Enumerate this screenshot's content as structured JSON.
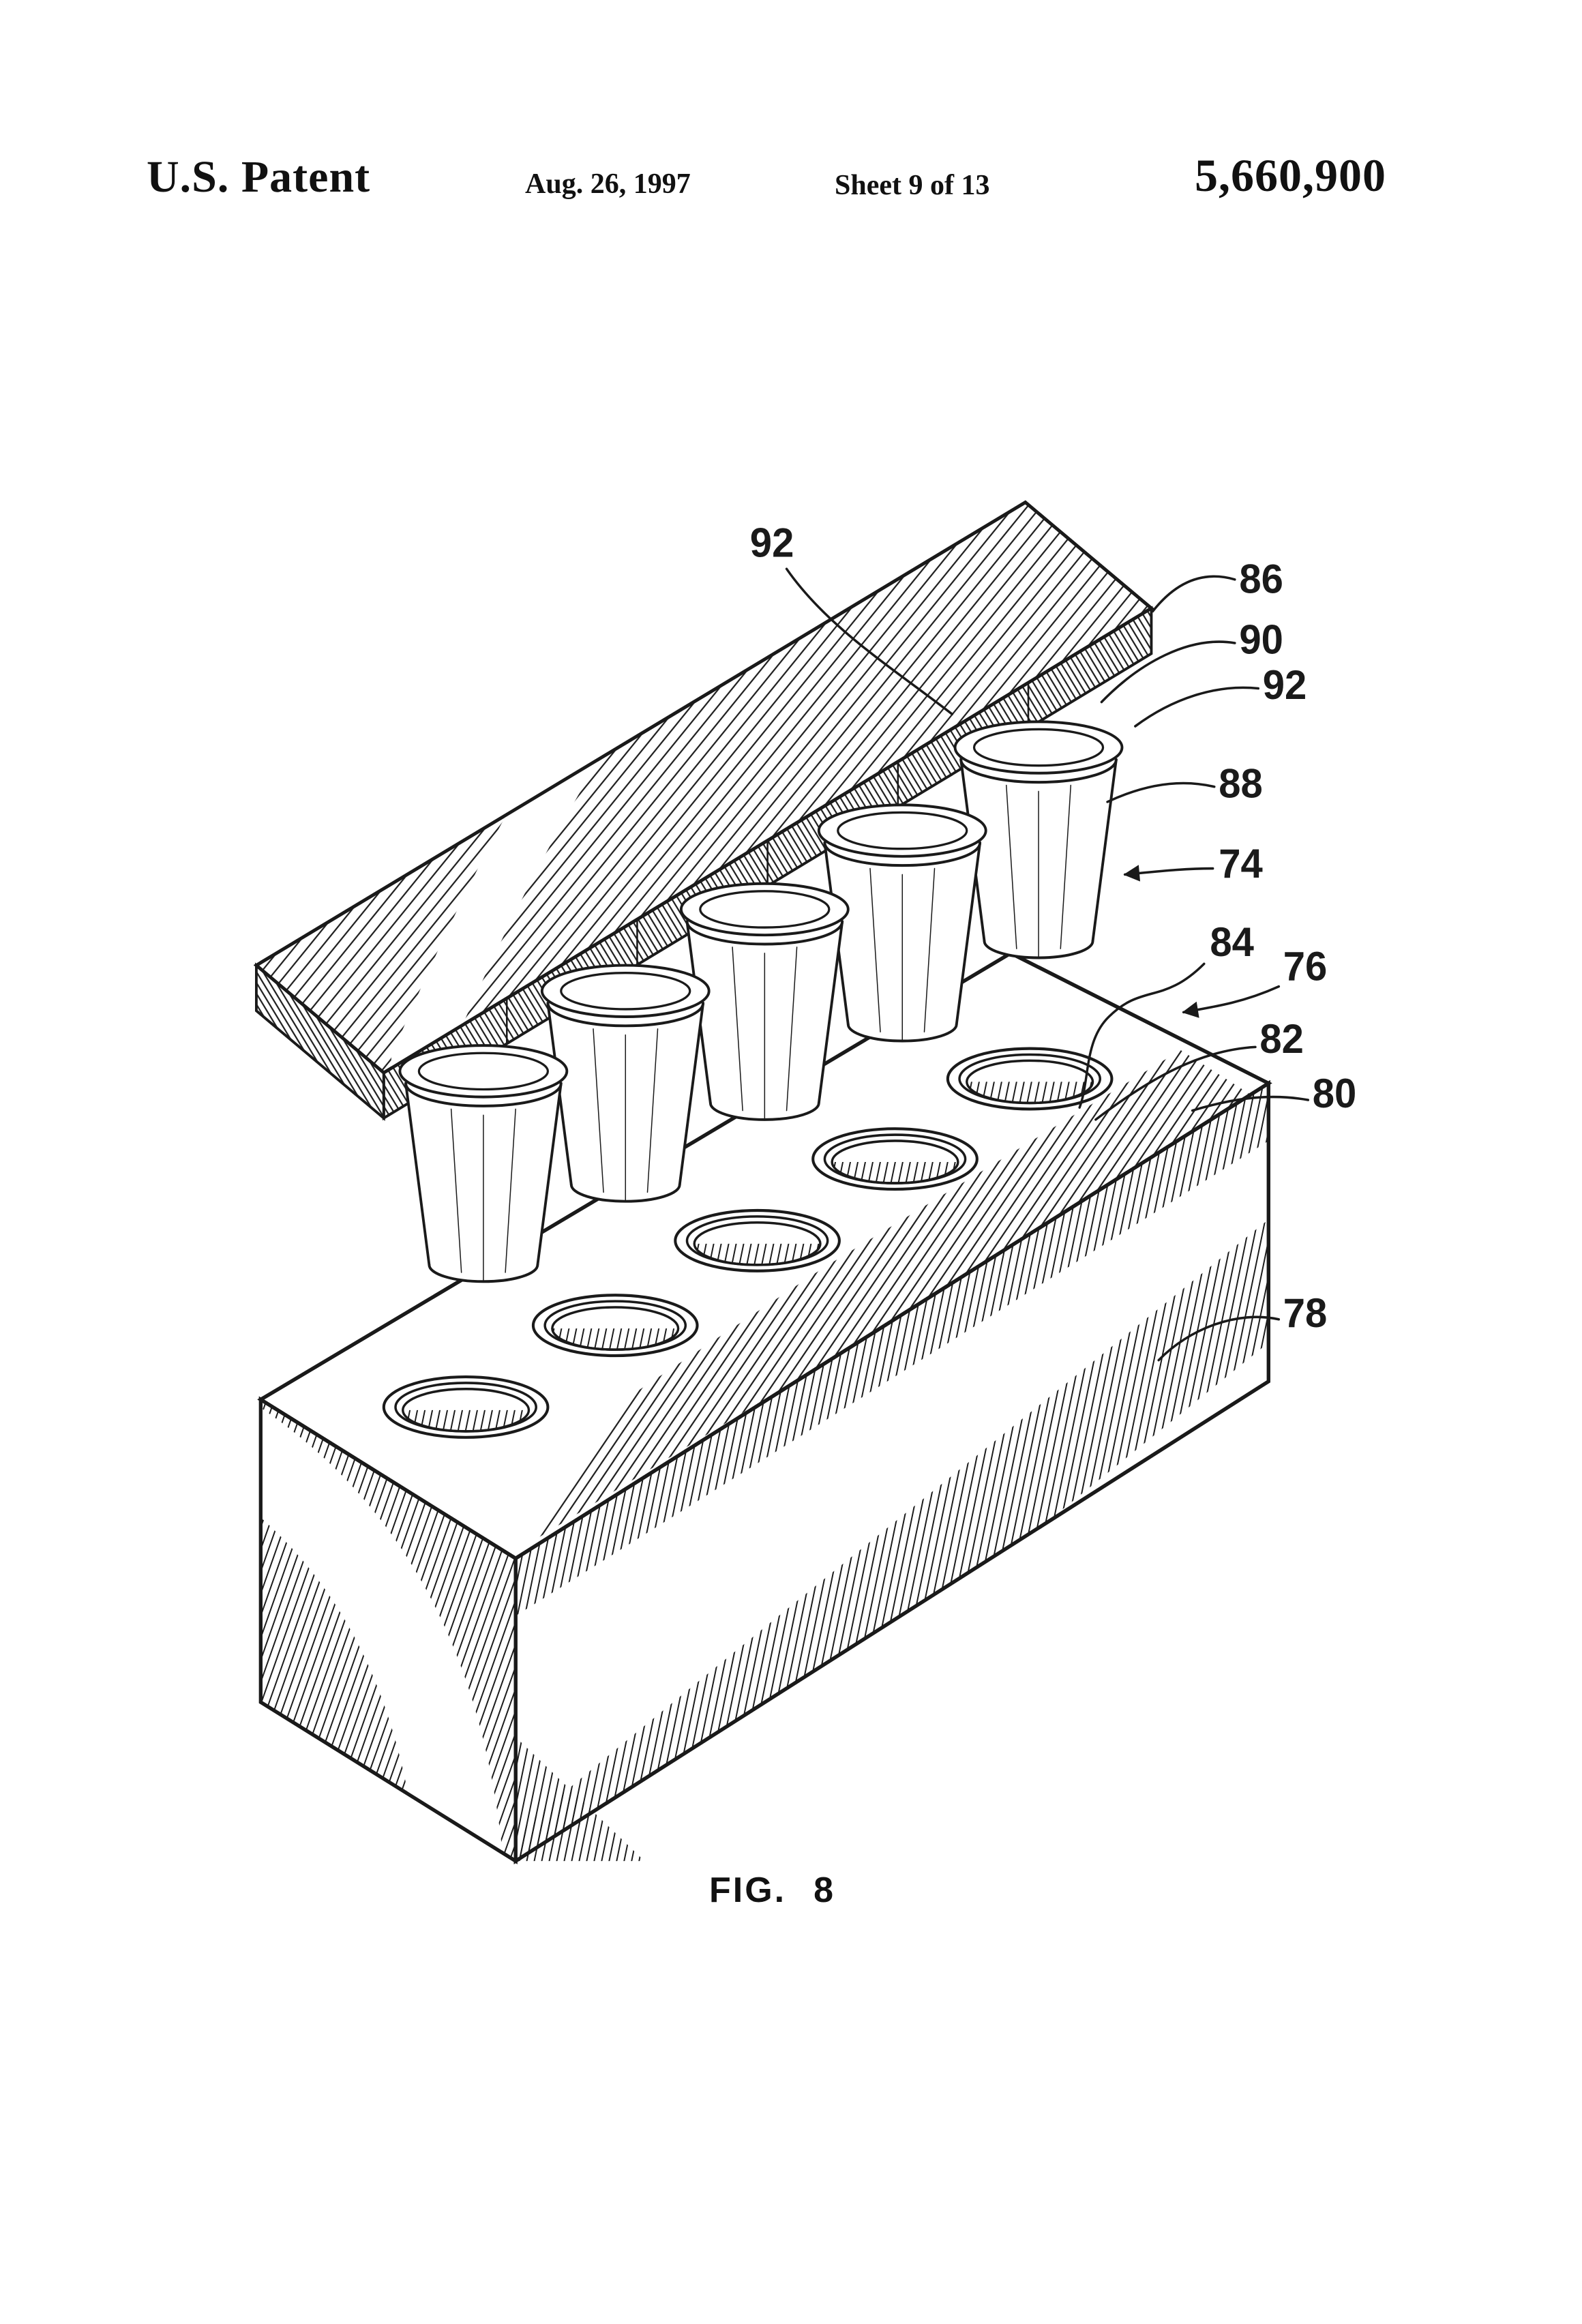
{
  "header": {
    "title": "U.S. Patent",
    "date": "Aug. 26, 1997",
    "sheet": "Sheet 9 of 13",
    "patent_number": "5,660,900"
  },
  "figure": {
    "caption_fig": "FIG.",
    "caption_num": "8",
    "labels": [
      {
        "ref": "92"
      },
      {
        "ref": "86"
      },
      {
        "ref": "90"
      },
      {
        "ref": "92"
      },
      {
        "ref": "88"
      },
      {
        "ref": "74"
      },
      {
        "ref": "84"
      },
      {
        "ref": "76"
      },
      {
        "ref": "82"
      },
      {
        "ref": "80"
      },
      {
        "ref": "78"
      }
    ]
  },
  "colors": {
    "ink": "#1a1a1a",
    "paper": "#ffffff"
  }
}
